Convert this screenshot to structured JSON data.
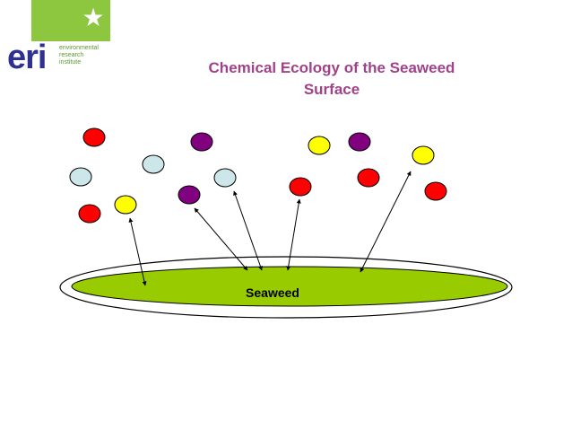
{
  "title": {
    "line1": "Chemical Ecology of the Seaweed",
    "line2": "Surface"
  },
  "logo": {
    "acronym": "eri",
    "line1": "environmental",
    "line2": "research",
    "line3": "institute",
    "icon": "star-icon"
  },
  "seaweed": {
    "label": "Seaweed"
  },
  "colors": {
    "title": "#a0428a",
    "seaweed_fill": "#99cc00",
    "red": "#ff0000",
    "purple": "#800080",
    "yellow": "#ffff00",
    "light_blue": "#cce6ea",
    "logo_green": "#8dc63f",
    "logo_blue": "#2e3192"
  },
  "molecules": [
    {
      "color": "red"
    },
    {
      "color": "purple"
    },
    {
      "color": "yellow"
    },
    {
      "color": "purple"
    },
    {
      "color": "yellow"
    },
    {
      "color": "light_blue"
    },
    {
      "color": "light_blue"
    },
    {
      "color": "light_blue"
    },
    {
      "color": "red"
    },
    {
      "color": "red"
    },
    {
      "color": "yellow"
    },
    {
      "color": "purple"
    },
    {
      "color": "red"
    },
    {
      "color": "red"
    }
  ],
  "arrows": [
    {
      "from": "seaweed",
      "to": "molecule"
    },
    {
      "from": "seaweed",
      "to": "molecule"
    },
    {
      "from": "seaweed",
      "to": "molecule"
    },
    {
      "from": "seaweed",
      "to": "molecule"
    },
    {
      "from": "seaweed",
      "to": "molecule"
    }
  ]
}
